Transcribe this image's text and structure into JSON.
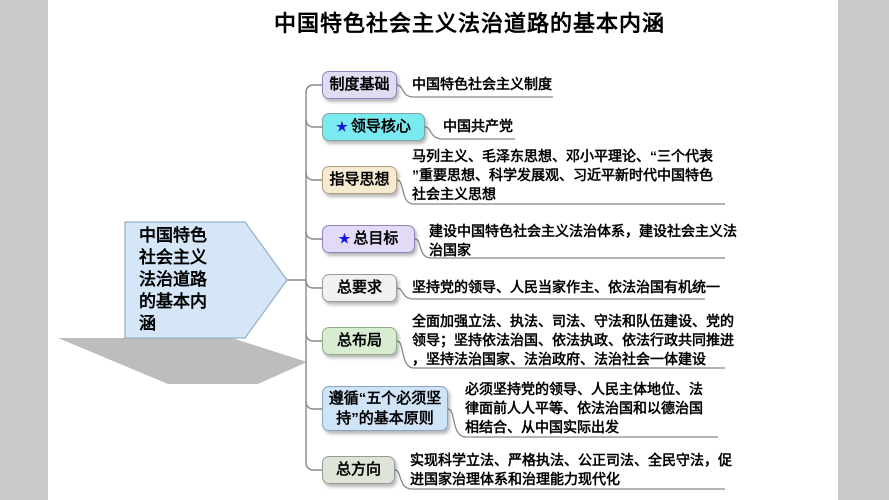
{
  "title": "中国特色社会主义法治道路的基本内涵",
  "root": {
    "text": "中国特色社会主义法治道路的基本内涵"
  },
  "colors": {
    "background": "#ffffff",
    "side_bands": "#c9c9c9",
    "root_fill": "#d4e6f7",
    "root_border": "#9ab0c4",
    "root_shadow": "#bdbdbd",
    "connector_line": "#888888",
    "star": "#1515dd",
    "box_fills": [
      "#e2dcf3",
      "#79ebf0",
      "#f6ead0",
      "#e2daf6",
      "#f1f1f1",
      "#d8ecd2",
      "#cfe4f7",
      "#dee5d8"
    ]
  },
  "branches": [
    {
      "label_lines": [
        "制度基础"
      ],
      "detail_lines": [
        "中国特色社会主义制度"
      ]
    },
    {
      "star": "★",
      "label_lines": [
        "领导核心"
      ],
      "detail_lines": [
        "中国共产党"
      ]
    },
    {
      "label_lines": [
        "指导思想"
      ],
      "detail_lines": [
        "马列主义、毛泽东思想、邓小平理论、“三个代表",
        "”重要思想、科学发展观、习近平新时代中国特色",
        "社会主义思想"
      ]
    },
    {
      "star": "★",
      "label_lines": [
        "总目标"
      ],
      "detail_lines": [
        "建设中国特色社会主义法治体系，建设社会主义法",
        "治国家"
      ]
    },
    {
      "label_lines": [
        "总要求"
      ],
      "detail_lines": [
        "坚持党的领导、人民当家作主、依法治国有机统一"
      ]
    },
    {
      "label_lines": [
        "总布局"
      ],
      "detail_lines": [
        "全面加强立法、执法、司法、守法和队伍建设、党的",
        "领导；坚持依法治国、依法执政、依法行政共同推进",
        "，坚持法治国家、法治政府、法治社会一体建设"
      ]
    },
    {
      "label_lines": [
        "遵循“五个必须坚",
        "持”的基本原则"
      ],
      "detail_lines": [
        "必须坚持党的领导、人民主体地位、法",
        "律面前人人平等、依法治国和以德治国",
        "相结合、从中国实际出发"
      ]
    },
    {
      "label_lines": [
        "总方向"
      ],
      "detail_lines": [
        "实现科学立法、严格执法、公正司法、全民守法，促",
        "进国家治理体系和治理能力现代化"
      ]
    }
  ]
}
